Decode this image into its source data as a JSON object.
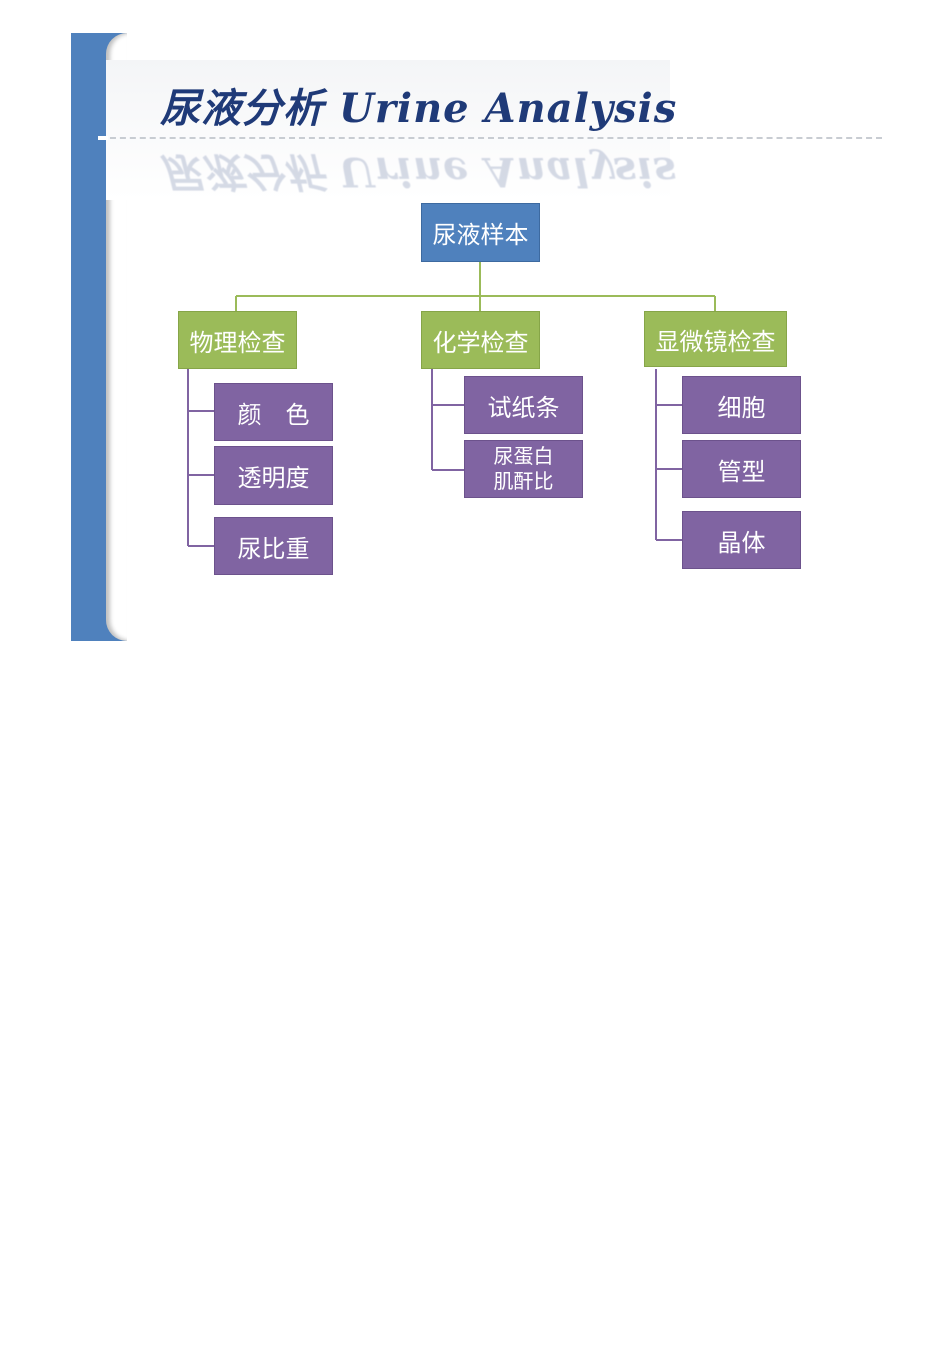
{
  "title": {
    "chinese": "尿液分析",
    "english": "Urine Analysis"
  },
  "colors": {
    "band": "#4f81bd",
    "root": "#4f81bd",
    "category": "#9bbb59",
    "item": "#8064a2",
    "category_line": "#9bbb59",
    "item_line": "#8064a2",
    "title_text": "#1f3a78"
  },
  "diagram": {
    "root": "尿液样本",
    "categories": [
      {
        "label": "物理检查",
        "items": [
          "颜　色",
          "透明度",
          "尿比重"
        ]
      },
      {
        "label": "化学检查",
        "items": [
          "试纸条",
          "尿蛋白\n肌酐比"
        ]
      },
      {
        "label": "显微镜检查",
        "items": [
          "细胞",
          "管型",
          "晶体"
        ]
      }
    ]
  }
}
